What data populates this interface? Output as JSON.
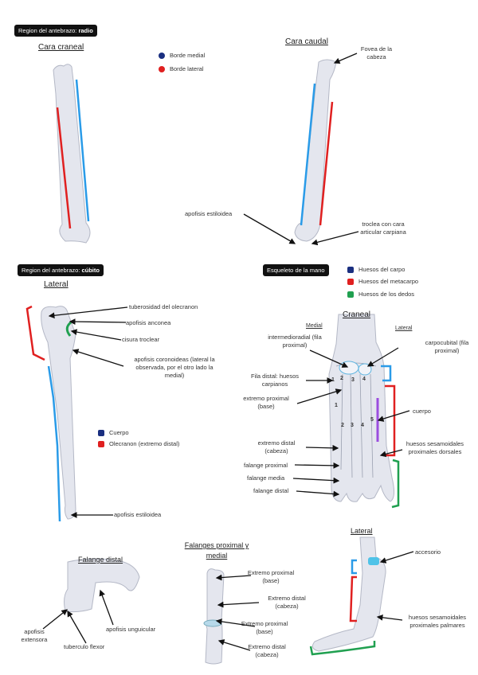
{
  "radio": {
    "badge_prefix": "Region del antebrazo: ",
    "badge_bold": "radio",
    "craneal_title": "Cara craneal",
    "caudal_title": "Cara caudal",
    "legend": [
      {
        "label": "Borde medial",
        "color": "#1a2f80"
      },
      {
        "label": "Borde lateral",
        "color": "#e02020"
      }
    ],
    "labels": {
      "fovea": "Fovea de la cabeza",
      "estiloidea": "apofisis estiloidea",
      "troclea": "troclea con cara articular carpiana"
    }
  },
  "cubito": {
    "badge_prefix": "Region del antebrazo: ",
    "badge_bold": "cúbito",
    "title": "Lateral",
    "labels": {
      "tuberosidad": "tuberosidad del olecranon",
      "anconea": "apofisis anconea",
      "cisura": "cisura troclear",
      "coronoideas": "apofisis coronoideas (lateral la observada, por el otro lado la medial)",
      "estiloidea": "apofisis estiloidea"
    },
    "legend": [
      {
        "label": "Cuerpo",
        "color": "#1a2f80"
      },
      {
        "label": "Olecranon (extremo distal)",
        "color": "#e02020"
      }
    ]
  },
  "mano": {
    "badge": "Esqueleto de la mano",
    "legend": [
      {
        "label": "Huesos del carpo",
        "color": "#1a2f80"
      },
      {
        "label": "Huesos del metacarpo",
        "color": "#e02020"
      },
      {
        "label": "Huesos de los dedos",
        "color": "#20a050"
      }
    ],
    "craneal_title": "Craneal",
    "medial": "Medial",
    "lateral": "Lateral",
    "labels": {
      "intermedioradial": "intermedioradial (fila proximal)",
      "carpocubital": "carpocubital (fila proximal)",
      "fila_distal": "Fila distal: huesos carpianos",
      "extremo_proximal": "extremo proximal (base)",
      "cuerpo": "cuerpo",
      "extremo_distal": "extremo distal (cabeza)",
      "sesamoideos_dorsales": "huesos sesamoidales proximales dorsales",
      "falange_proximal": "falange proximal",
      "falange_media": "falange media",
      "falange_distal": "falange distal"
    },
    "carpal_numbers": [
      "1",
      "2",
      "3",
      "4"
    ],
    "metacarpal_numbers": [
      "1",
      "2",
      "3",
      "4",
      "5"
    ],
    "lateral_title": "Lateral",
    "lateral_labels": {
      "accesorio": "accesorio",
      "sesamoideos_palmares": "huesos sesamoidales proximales palmares"
    }
  },
  "falange_distal": {
    "title": "Falange distal",
    "labels": {
      "extensora": "apofisis extensora",
      "flexor": "tuberculo flexor",
      "ungicular": "apofisis unguicular"
    }
  },
  "falanges_pm": {
    "title": "Falanges proximal y medial",
    "labels": [
      "Extremo proximal (base)",
      "Extremo distal (cabeza)",
      "Extremo proximal (base)",
      "Extremo distal (cabeza)"
    ]
  },
  "colors": {
    "medial_blue": "#2a9be8",
    "red": "#e02020",
    "green": "#20a050",
    "purple": "#9b4ddf",
    "cyan": "#4fc3e8",
    "bone": "#e4e6ee"
  }
}
